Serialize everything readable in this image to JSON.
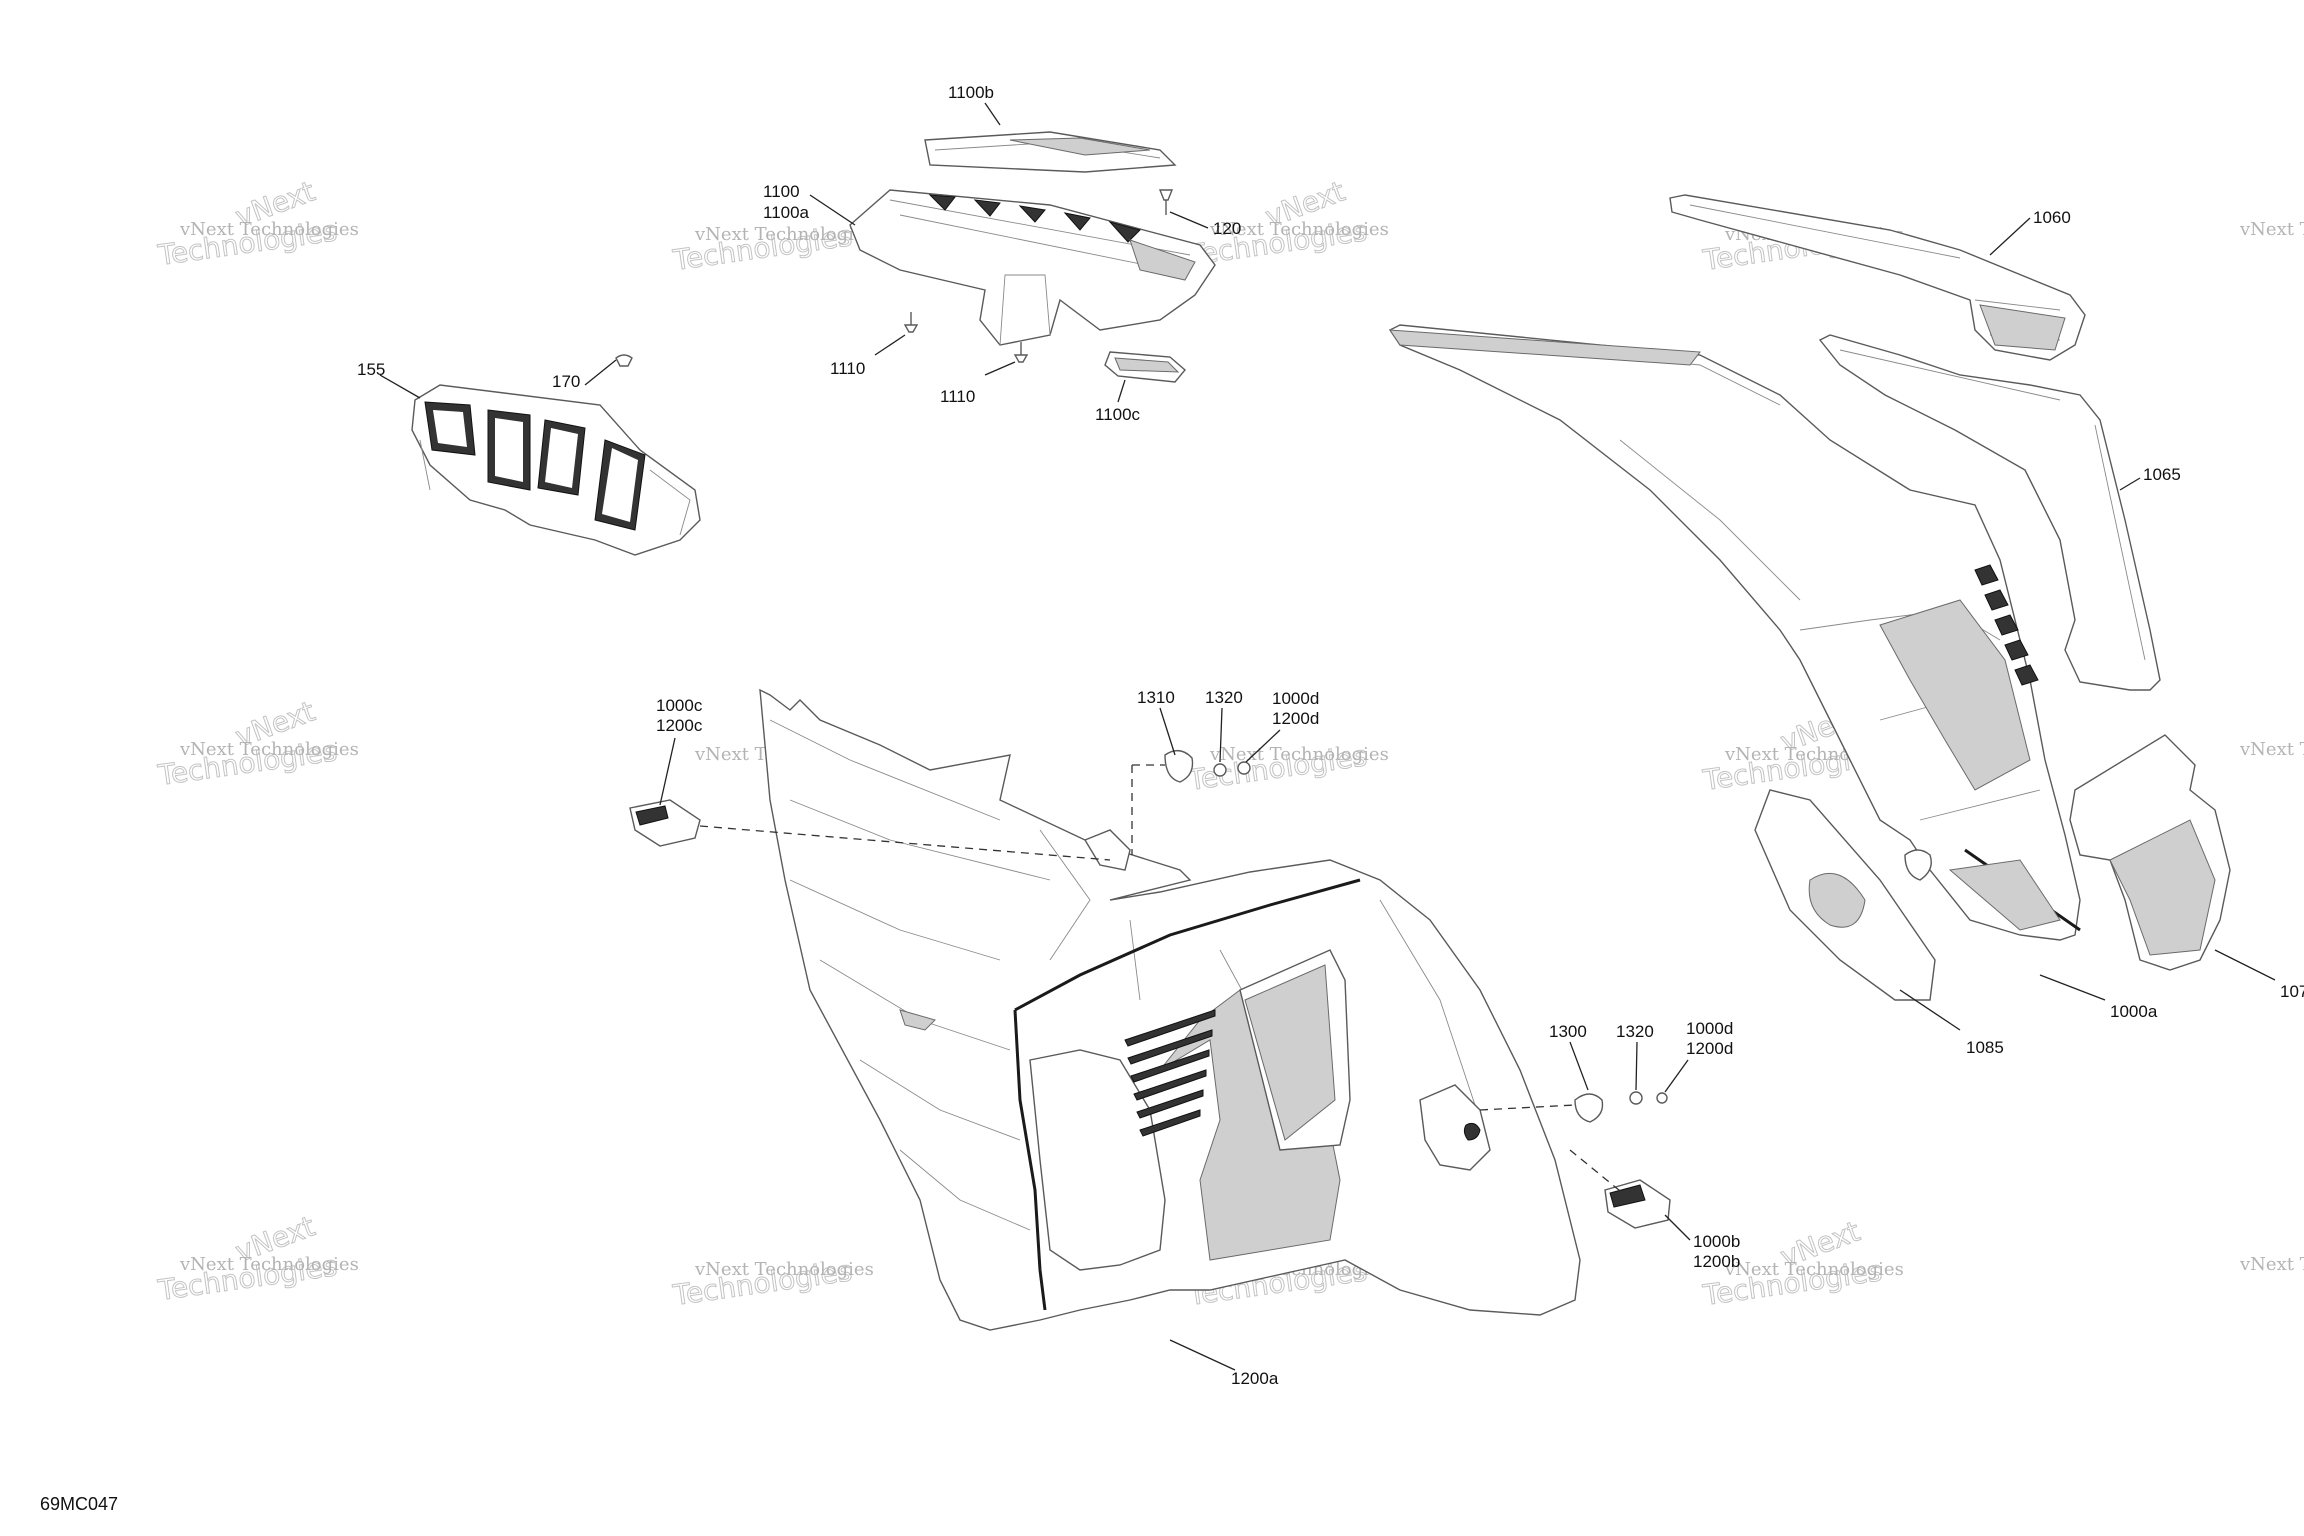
{
  "diagram": {
    "drawing_code": "69MC047",
    "callouts": {
      "c1100b": "1100b",
      "c1100": "1100",
      "c1100a": "1100a",
      "c120": "120",
      "c1110_left": "1110",
      "c1110_center": "1110",
      "c1100c": "1100c",
      "c155": "155",
      "c170": "170",
      "c1060": "1060",
      "c1065": "1065",
      "c1000c": "1000c",
      "c1200c": "1200c",
      "c1310": "1310",
      "c1320_top": "1320",
      "c1000d_top": "1000d",
      "c1200d_top": "1200d",
      "c1300": "1300",
      "c1320_bottom": "1320",
      "c1000d_bottom": "1000d",
      "c1200d_bottom": "1200d",
      "c1000b": "1000b",
      "c1200b": "1200b",
      "c1200a": "1200a",
      "c1085": "1085",
      "c1000a": "1000a",
      "c107": "107"
    },
    "watermark": {
      "line1": "vNext Technologies",
      "line2": "vNext",
      "line3": "Technologies"
    }
  }
}
